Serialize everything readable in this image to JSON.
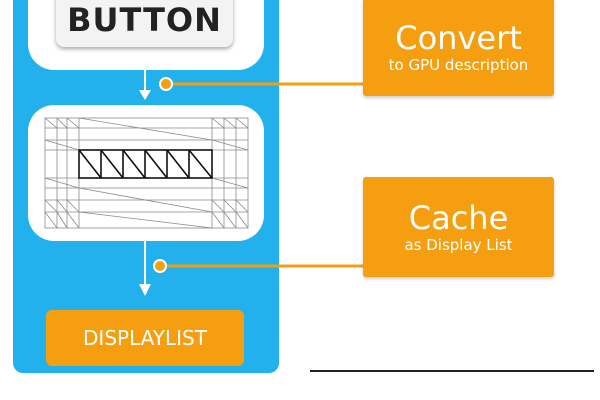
{
  "button_box": {
    "label": "BUTTON"
  },
  "convert_box": {
    "title": "Convert",
    "subtitle": "to GPU description"
  },
  "cache_box": {
    "title": "Cache",
    "subtitle": "as Display List"
  },
  "displaylist_box": {
    "label": "DISPLAYLIST"
  },
  "colors": {
    "panel": "#22b1ec",
    "orange": "#f59f10",
    "card": "#ffffff"
  }
}
